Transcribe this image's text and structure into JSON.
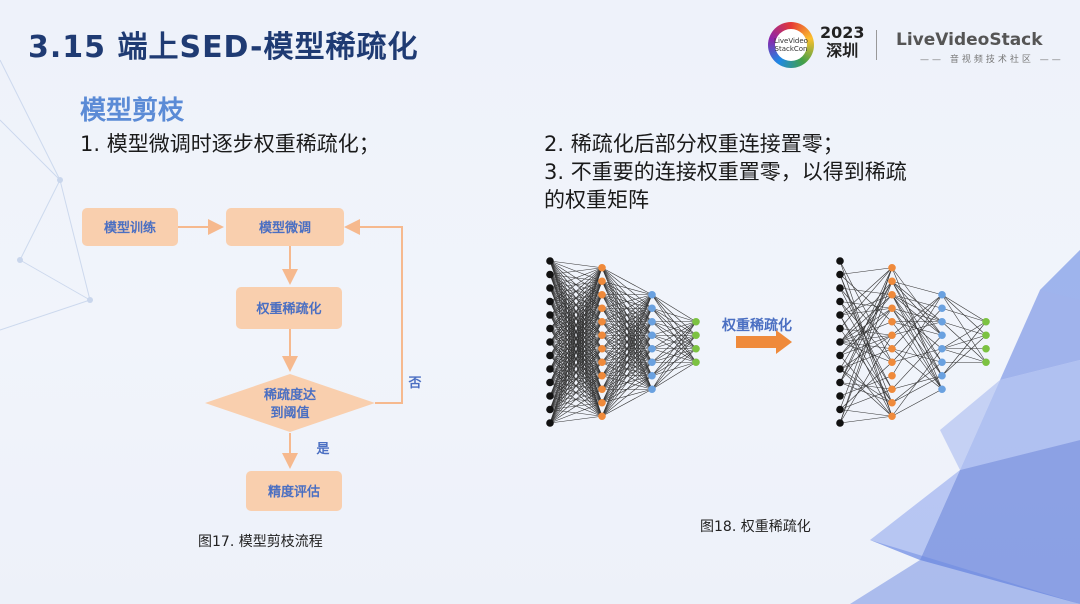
{
  "header": {
    "title": "3.15  端上SED-模型稀疏化",
    "year": "2023",
    "city": "深圳",
    "brand": "LiveVideoStack",
    "brand_sub": "—— 音视频技术社区 ——",
    "logo_text": "LiveVideo StackCon"
  },
  "subtitle": "模型剪枝",
  "paragraphs": [
    "1. 模型微调时逐步权重稀疏化；",
    "2. 稀疏化后部分权重连接置零；",
    "3. 不重要的连接权重置零，以得到稀疏",
    "的权重矩阵"
  ],
  "flowchart": {
    "nodes": [
      "模型训练",
      "模型微调",
      "权重稀疏化",
      "稀疏度达",
      "到阈值",
      "精度评估"
    ],
    "yes_label": "是",
    "no_label": "否",
    "caption": "图17. 模型剪枝流程"
  },
  "network": {
    "arrow_label": "权重稀疏化",
    "caption": "图18. 权重稀疏化"
  },
  "colors": {
    "title": "#1f3b73",
    "subtitle": "#5b8bd6",
    "box_fill": "#f9cfae",
    "box_text": "#4b6fc2",
    "node_black": "#111111",
    "node_orange": "#ef8a3b",
    "node_blue": "#6aa1e0",
    "node_green": "#7cc242",
    "arrow": "#ef8a3b"
  }
}
